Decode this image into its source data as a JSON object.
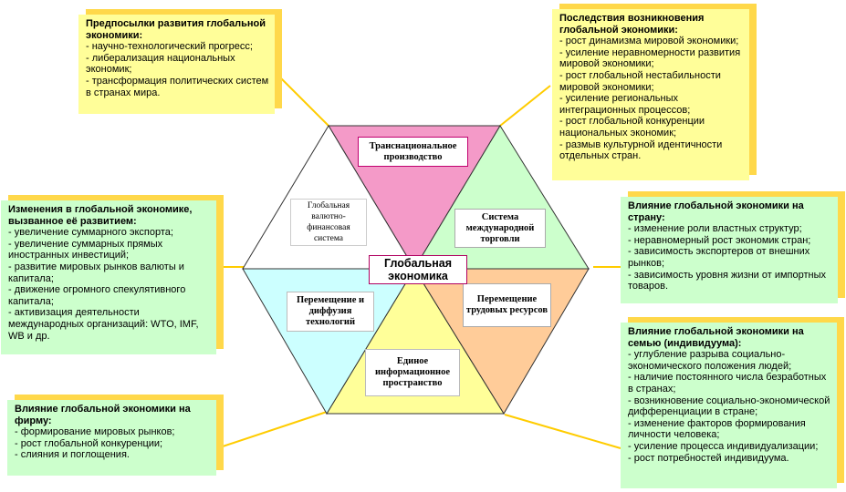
{
  "center": {
    "line1": "Глобальная",
    "line2": "экономика"
  },
  "segments": {
    "top": {
      "label": "Транснациональное производство",
      "color": "#f49ac8"
    },
    "top_right": {
      "label": "Система международной торговли",
      "color": "#ccffcc"
    },
    "bottom_right": {
      "label": "Перемещение трудовых ресурсов",
      "color": "#ffcc99"
    },
    "bottom": {
      "label": "Единое информационное пространство",
      "color": "#ffff99"
    },
    "bottom_left": {
      "label": "Перемещение и диффузия технологий",
      "color": "#ccffff"
    },
    "top_left": {
      "label": "Глобальная валютно-финансовая система",
      "color": "#ffffff"
    }
  },
  "notes": {
    "prerequisites": {
      "title": "Предпосылки развития глобальной экономики:",
      "lines": [
        "- научно-технологический прогресс;",
        "- либерализация национальных экономик;",
        "- трансформация политических систем в странах мира."
      ]
    },
    "consequences": {
      "title": "Последствия возникновения глобальной экономики:",
      "lines": [
        "- рост динамизма мировой экономики;",
        "- усиление неравномерности развития мировой экономики;",
        "- рост глобальной нестабильности мировой экономики;",
        "- усиление региональных интеграционных процессов;",
        "- рост глобальной конкуренции национальных экономик;",
        "- размыв культурной идентичности отдельных стран."
      ]
    },
    "changes": {
      "title": "Изменения в глобальной экономике, вызванное её развитием:",
      "lines": [
        "- увеличение суммарного экспорта;",
        "- увеличение суммарных прямых иностранных инвестиций;",
        "- развитие мировых рынков валюты и капитала;",
        "- движение огромного спекулятивного капитала;",
        "- активизация деятельности международных организаций: WTO, IMF, WB и др."
      ]
    },
    "country": {
      "title": "Влияние глобальной экономики на страну:",
      "lines": [
        "- изменение роли властных структур;",
        "- неравномерный рост экономик стран;",
        "- зависимость экспортеров от внешних рынков;",
        "- зависимость уровня жизни от импортных товаров."
      ]
    },
    "family": {
      "title": "Влияние глобальной экономики на семью (индивидуума):",
      "lines": [
        "- углубление разрыва социально-экономического положения людей;",
        "- наличие постоянного числа безработных в странах;",
        "- возникновение социально-экономической дифференциации в стране;",
        "- изменение факторов формирования личности человека;",
        "- усиление процесса индивидуализации;",
        "- рост потребностей индивидуума."
      ]
    },
    "firm": {
      "title": "Влияние глобальной экономики на фирму:",
      "lines": [
        "- формирование мировых рынков;",
        "- рост глобальной конкуренции;",
        "- слияния и поглощения."
      ]
    }
  }
}
